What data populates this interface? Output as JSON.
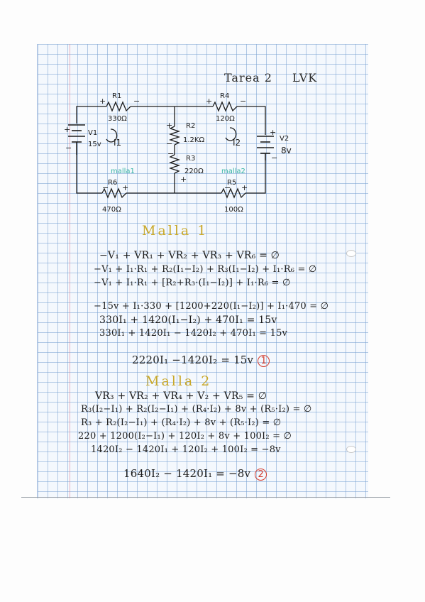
{
  "page": {
    "title_word": "Tarea 2",
    "title_tag": "LVK"
  },
  "circuit": {
    "r1_name": "R1",
    "r1_value": "330Ω",
    "r2_name": "R2",
    "r2_value": "1.2KΩ",
    "r3_name": "R3",
    "r3_value": "220Ω",
    "r4_name": "R4",
    "r4_value": "120Ω",
    "r5_name": "R5",
    "r5_value": "100Ω",
    "r6_name": "R6",
    "r6_value": "470Ω",
    "v1_name": "V1",
    "v1_value": "15v",
    "v2_name": "V2",
    "v2_value": "8v",
    "i1_label": "I1",
    "i2_label": "I2",
    "mesh1_label": "malla1",
    "mesh2_label": "malla2"
  },
  "mesh1": {
    "heading": "Malla 1",
    "lines": [
      "−V₁ + VR₁ + VR₂ + VR₃ + VR₆ = ∅",
      "−V₁ + I₁·R₁ + R₂(I₁−I₂) + R₃(I₁−I₂) + I₁·R₆ = ∅",
      "−V₁ + I₁·R₁ + [R₂+R₃·(I₁−I₂)] + I₁·R₆ = ∅",
      "−15v + I₁·330 + [1200+220(I₁−I₂)] + I₁·470 = ∅",
      "330I₁ + 1420(I₁−I₂) + 470I₁ = 15v",
      "330I₁ + 1420I₁ − 1420I₂ + 470I₁ = 15v"
    ],
    "result": "2220I₁ −1420I₂ = 15v",
    "result_marker": "1"
  },
  "mesh2": {
    "heading": "Malla 2",
    "lines": [
      "VR₃ + VR₂ + VR₄ + V₂ + VR₅ = ∅",
      "R₃(I₂−I₁) + R₂(I₂−I₁) + (R₄·I₂) + 8v + (R₅·I₂) = ∅",
      "R₃ + R₂(I₂−I₁) + (R₄·I₂) + 8v + (R₅·I₂) = ∅",
      "220 + 1200(I₂−I₁) + 120I₂ + 8v + 100I₂ = ∅",
      "1420I₂ − 1420I₁ + 120I₂ + 100I₂ = −8v"
    ],
    "result": "1640I₂ − 1420I₁ = −8v",
    "result_marker": "2"
  },
  "colors": {
    "ink": "#1c1c1c",
    "heading": "#c9a829",
    "mesh_label": "#3cb6a6",
    "current": "#d33b2c",
    "grid": "#a9c3e4"
  }
}
